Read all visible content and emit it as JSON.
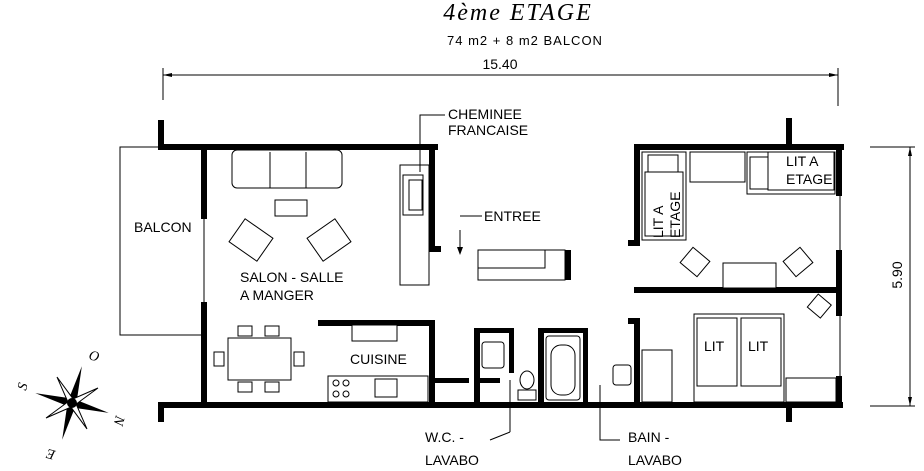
{
  "title": "4ème ETAGE",
  "subtitle": "74 m2 + 8 m2 BALCON",
  "dimensions": {
    "width": "15.40",
    "depth": "5.90"
  },
  "labels": {
    "cheminee_1": "CHEMINEE",
    "cheminee_2": "FRANCAISE",
    "entree": "ENTREE",
    "balcon": "BALCON",
    "salon_1": "SALON  -  SALLE",
    "salon_2": "A  MANGER",
    "cuisine": "CUISINE",
    "wc_1": "W.C.  -",
    "wc_2": "LAVABO",
    "bain_1": "BAIN  -",
    "bain_2": "LAVABO",
    "lit_a": "LIT  A",
    "etage": "ETAGE",
    "lit": "LIT"
  },
  "compass": {
    "north": "N",
    "south": "S",
    "east": "E",
    "west": "O"
  }
}
